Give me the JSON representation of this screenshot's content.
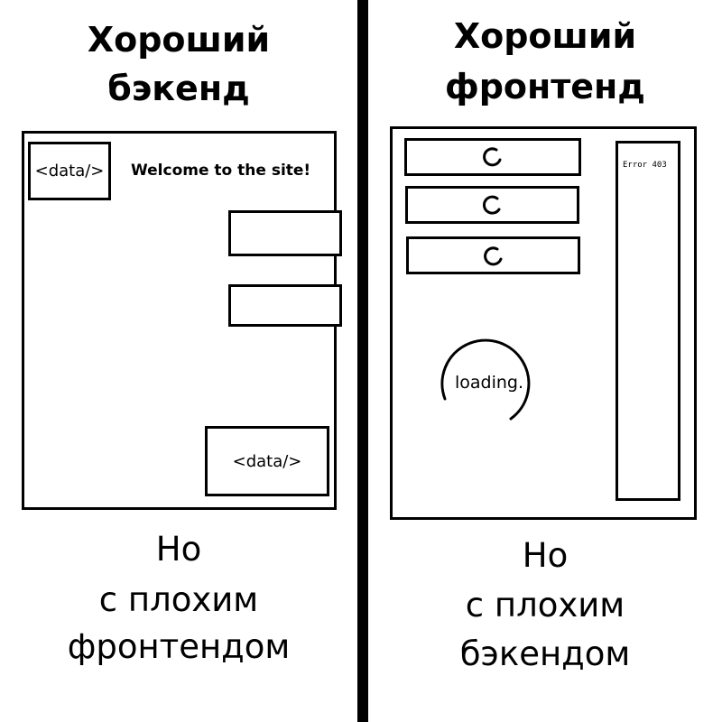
{
  "left_panel": {
    "title_line1": "Хороший",
    "title_line2": "бэкенд",
    "mockup": {
      "data_tag_top": "<data/>",
      "welcome_text": "Welcome to the site!",
      "data_tag_bottom": "<data/>"
    },
    "caption_line1": "Но",
    "caption_line2": "с плохим",
    "caption_line3": "фронтендом"
  },
  "right_panel": {
    "title_line1": "Хороший",
    "title_line2": "фронтенд",
    "mockup": {
      "error_text": "Error 403",
      "loading_text": "loading."
    },
    "caption_line1": "Но",
    "caption_line2": "с плохим",
    "caption_line3": "бэкендом"
  }
}
